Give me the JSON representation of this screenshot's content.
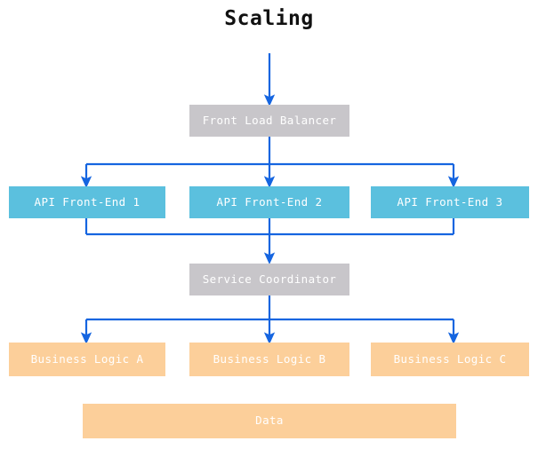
{
  "title": "Scaling",
  "colors": {
    "background": "#ffffff",
    "title_text": "#111111",
    "node_text": "#ffffff",
    "gray_node": "#c8c6ca",
    "blue_node": "#5bc0de",
    "orange_node": "#fccf9a",
    "connector": "#1565e0"
  },
  "diagram": {
    "type": "flowchart",
    "direction": "top-to-bottom",
    "tiers": [
      {
        "name": "load-balancer",
        "style": "gray",
        "nodes": [
          {
            "id": "front-load-balancer",
            "label": "Front Load Balancer"
          }
        ]
      },
      {
        "name": "api-front-ends",
        "style": "blue",
        "nodes": [
          {
            "id": "api-front-end-1",
            "label": "API Front-End 1"
          },
          {
            "id": "api-front-end-2",
            "label": "API Front-End 2"
          },
          {
            "id": "api-front-end-3",
            "label": "API Front-End 3"
          }
        ]
      },
      {
        "name": "coordinator",
        "style": "gray",
        "nodes": [
          {
            "id": "service-coordinator",
            "label": "Service Coordinator"
          }
        ]
      },
      {
        "name": "business-logic",
        "style": "orange",
        "nodes": [
          {
            "id": "business-logic-a",
            "label": "Business Logic A"
          },
          {
            "id": "business-logic-b",
            "label": "Business Logic B"
          },
          {
            "id": "business-logic-c",
            "label": "Business Logic C"
          }
        ]
      },
      {
        "name": "data",
        "style": "orange",
        "nodes": [
          {
            "id": "data",
            "label": "Data"
          }
        ]
      }
    ],
    "edges": [
      {
        "from": "external-input",
        "to": "front-load-balancer",
        "arrow": true
      },
      {
        "from": "front-load-balancer",
        "to": "api-front-end-1",
        "arrow": true
      },
      {
        "from": "front-load-balancer",
        "to": "api-front-end-2",
        "arrow": true
      },
      {
        "from": "front-load-balancer",
        "to": "api-front-end-3",
        "arrow": true
      },
      {
        "from": "api-front-end-1",
        "to": "service-coordinator",
        "arrow": true
      },
      {
        "from": "api-front-end-2",
        "to": "service-coordinator",
        "arrow": true
      },
      {
        "from": "api-front-end-3",
        "to": "service-coordinator",
        "arrow": true
      },
      {
        "from": "service-coordinator",
        "to": "business-logic-a",
        "arrow": true
      },
      {
        "from": "service-coordinator",
        "to": "business-logic-b",
        "arrow": true
      },
      {
        "from": "service-coordinator",
        "to": "business-logic-c",
        "arrow": true
      }
    ]
  }
}
